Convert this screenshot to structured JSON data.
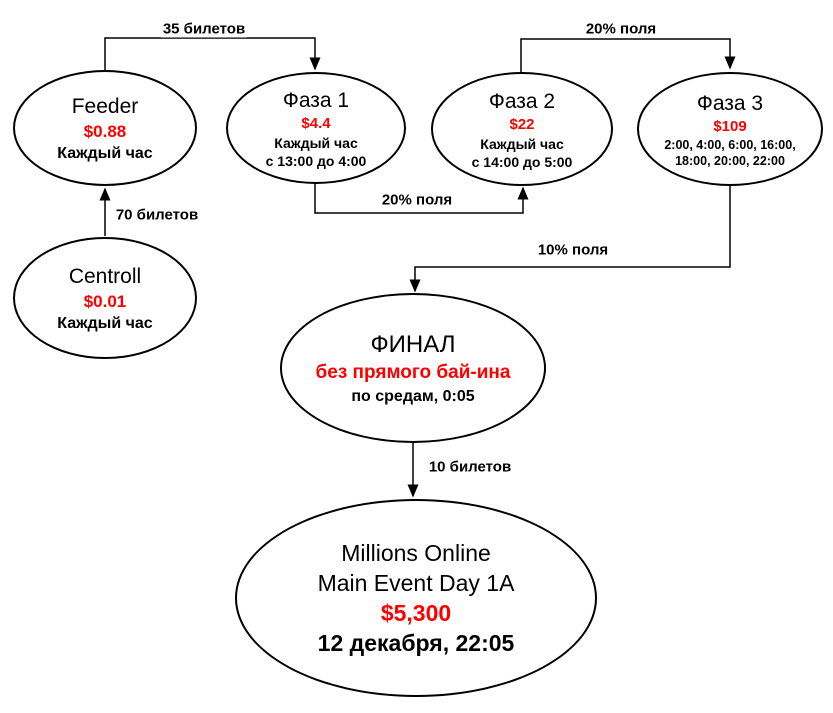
{
  "colors": {
    "background": "#ffffff",
    "stroke": "#000000",
    "accent_red": "#ff0000",
    "text": "#000000"
  },
  "nodes": {
    "feeder": {
      "title": "Feeder",
      "price": "$0.88",
      "schedule": "Каждый час"
    },
    "phase1": {
      "title": "Фаза 1",
      "price": "$4.4",
      "schedule": "Каждый час",
      "schedule2": "с 13:00 до 4:00"
    },
    "phase2": {
      "title": "Фаза 2",
      "price": "$22",
      "schedule": "Каждый час",
      "schedule2": "с 14:00 до 5:00"
    },
    "phase3": {
      "title": "Фаза 3",
      "price": "$109",
      "schedule": "2:00, 4:00, 6:00, 16:00,",
      "schedule2": "18:00, 20:00, 22:00"
    },
    "centroll": {
      "title": "Centroll",
      "price": "$0.01",
      "schedule": "Каждый час"
    },
    "final": {
      "title": "ФИНАЛ",
      "price": "без прямого бай-ина",
      "schedule": "по средам, 0:05"
    },
    "millions": {
      "title": "Millions Online",
      "title2": "Main Event Day 1A",
      "price": "$5,300",
      "schedule": "12 декабря, 22:05"
    }
  },
  "edges": {
    "feeder_phase1": "35 билетов",
    "phase2_phase3": "20% поля",
    "phase1_phase2": "20% поля",
    "centroll_feeder": "70 билетов",
    "phase3_final": "10% поля",
    "final_millions": "10 билетов"
  }
}
